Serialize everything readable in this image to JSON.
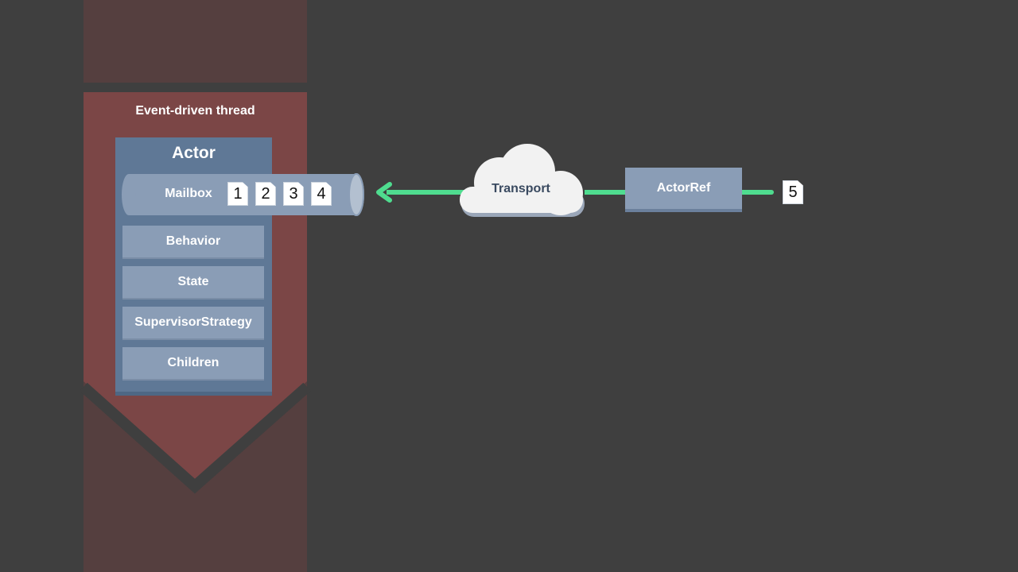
{
  "thread": {
    "title": "Event-driven thread"
  },
  "actor": {
    "title": "Actor",
    "mailbox_label": "Mailbox",
    "mailbox_messages": [
      "1",
      "2",
      "3",
      "4"
    ],
    "parts": [
      "Behavior",
      "State",
      "SupervisorStrategy",
      "Children"
    ]
  },
  "transport": {
    "label": "Transport"
  },
  "actor_ref": {
    "label": "ActorRef"
  },
  "incoming_message": "5",
  "colors": {
    "background": "#3f3f3f",
    "thread_band": "#7b4646",
    "thread_band_dim": "#553f3f",
    "actor": "#5f7896",
    "actor_part": "#8a9db6",
    "arrow": "#4fdc8f",
    "cloud": "#f2f2f2"
  }
}
